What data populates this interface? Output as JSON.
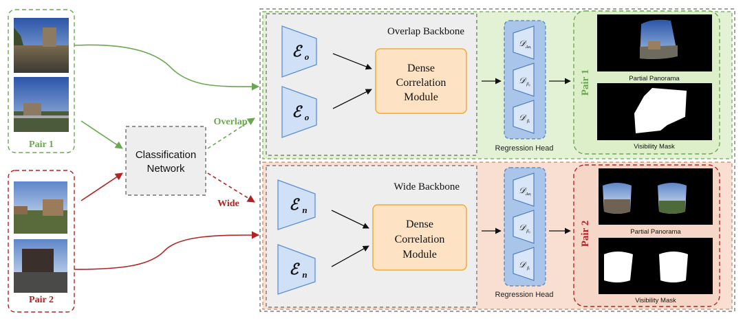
{
  "pairs": {
    "pair1_label": "Pair 1",
    "pair2_label": "Pair 2"
  },
  "classification": {
    "line1": "Classification",
    "line2": "Network",
    "overlap_label": "Overlap",
    "wide_label": "Wide"
  },
  "overlap_branch": {
    "title": "Overlap Backbone",
    "encoder_symbol": "ℰ",
    "encoder_subscript": "o",
    "module_lines": [
      "Dense",
      "Correlation",
      "Module"
    ],
    "head_label": "Regression Head",
    "decoders": [
      {
        "symbol": "𝒟",
        "subscript": "Δαᵢ"
      },
      {
        "symbol": "𝒟",
        "subscript": "β₀"
      },
      {
        "symbol": "𝒟",
        "subscript": "βᵢ"
      }
    ],
    "output_side_label": "Pair 1",
    "panorama_label": "Partial Panorama",
    "mask_label": "Visibility Mask"
  },
  "wide_branch": {
    "title": "Wide Backbone",
    "encoder_symbol": "ℰ",
    "encoder_subscript": "n",
    "module_lines": [
      "Dense",
      "Correlation",
      "Module"
    ],
    "head_label": "Regression Head",
    "decoders": [
      {
        "symbol": "𝒟",
        "subscript": "Δαᵢ"
      },
      {
        "symbol": "𝒟",
        "subscript": "β₀"
      },
      {
        "symbol": "𝒟",
        "subscript": "βᵢ"
      }
    ],
    "output_side_label": "Pair 2",
    "panorama_label": "Partial Panorama",
    "mask_label": "Visibility Mask"
  },
  "colors": {
    "green": "#6aa84f",
    "red": "#b22222",
    "encoder_fill": "#cfe0f7",
    "encoder_stroke": "#5b8fd0",
    "module_fill": "#fde3c4",
    "module_stroke": "#f2a93b",
    "head_fill": "#a9c6ea"
  }
}
